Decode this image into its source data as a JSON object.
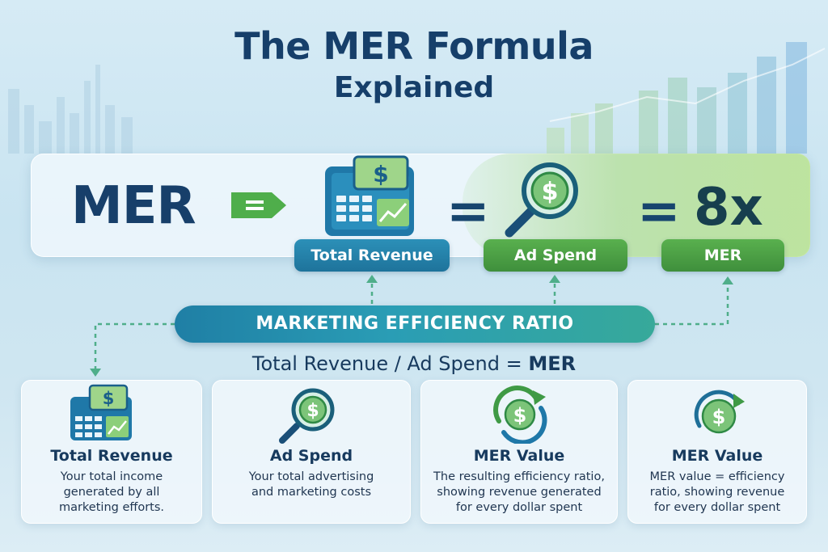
{
  "title": {
    "line1": "The MER Formula",
    "line2": "Explained"
  },
  "formula": {
    "lhs": "MER",
    "equals": "=",
    "result": "8x",
    "labels": {
      "total_revenue": "Total Revenue",
      "ad_spend": "Ad Spend",
      "mer": "MER"
    }
  },
  "banner": "MARKETING EFFICIENCY RATIO",
  "subformula": {
    "text": "Total Revenue / Ad Spend = ",
    "bold": "MER"
  },
  "cards": [
    {
      "title": "Total Revenue",
      "lines": [
        "Your total income",
        "generated  by all",
        "marketing efforts."
      ]
    },
    {
      "title": "Ad Spend",
      "lines": [
        "Your total advertising",
        "and marketing costs"
      ]
    },
    {
      "title": "MER Value",
      "lines": [
        "The resulting efficiency ratio,",
        "showing revenue generated",
        "for every dollar spent"
      ]
    },
    {
      "title": "MER Value",
      "lines": [
        "MER value = efficiency",
        "ratio, showing revenue",
        "for every dollar spent"
      ]
    }
  ],
  "icons": {
    "register": "cash-register-icon",
    "magnifier": "dollar-magnifier-icon",
    "cycle": "dollar-cycle-icon",
    "arrow_tag": "arrow-tag-icon"
  },
  "colors": {
    "navy": "#173f6a",
    "blue": "#1e739b",
    "green": "#4a9e44",
    "light_green": "#a8d87a"
  }
}
